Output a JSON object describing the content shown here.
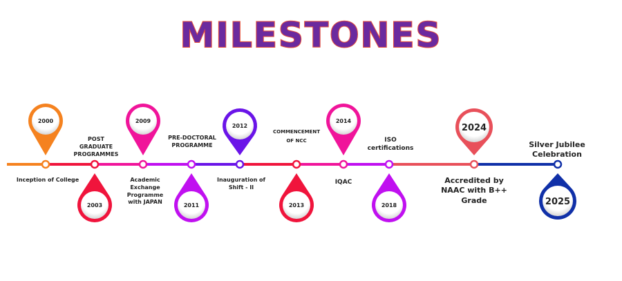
{
  "title": "MILESTONES",
  "milestones": [
    {
      "year": "2000",
      "label": "Inception of College",
      "color": "#f5821f",
      "side": "up"
    },
    {
      "year": "2003",
      "label": "POST GRADUATE PROGRAMMES",
      "color": "#f0143c",
      "side": "down"
    },
    {
      "year": "2009",
      "label": "Academic Exchange Programme with JAPAN",
      "color": "#f0149a",
      "side": "up"
    },
    {
      "year": "2011",
      "label": "PRE-DOCTORAL PROGRAMME",
      "color": "#c010f0",
      "side": "down"
    },
    {
      "year": "2012",
      "label": "Inauguration of Shift - II",
      "color": "#6a14e8",
      "side": "up"
    },
    {
      "year": "2013",
      "label": "COMMENCEMENT OF NCC",
      "color": "#f0143c",
      "side": "down"
    },
    {
      "year": "2014",
      "label": "IQAC",
      "color": "#f0149a",
      "side": "up"
    },
    {
      "year": "2018",
      "label": "ISO certifications",
      "color": "#c010f0",
      "side": "down"
    },
    {
      "year": "2024",
      "label": "Accredited by NAAC with B++ Grade",
      "color": "#e8505a",
      "side": "up"
    },
    {
      "year": "2025",
      "label": "Silver Jubilee Celebration",
      "color": "#1030a8",
      "side": "down"
    }
  ],
  "line_colors": [
    "#f5821f",
    "#f0143c",
    "#f0149a",
    "#c010f0",
    "#6a14e8",
    "#f0143c",
    "#f0149a",
    "#c010f0",
    "#e8505a",
    "#1030a8"
  ]
}
